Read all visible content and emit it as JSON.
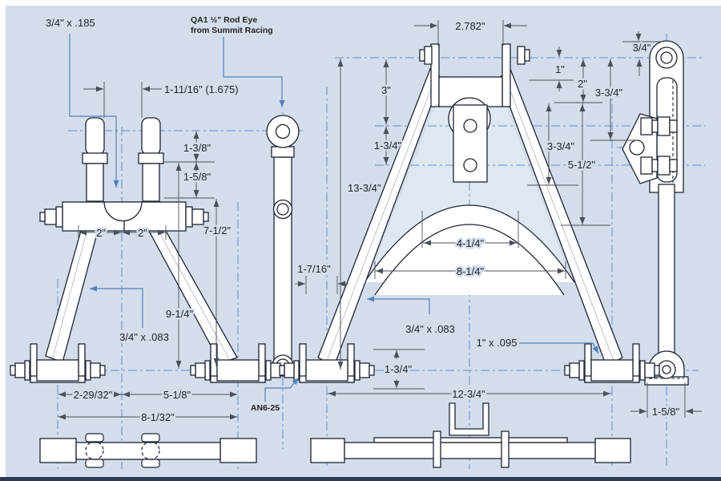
{
  "window": {
    "background": "#d4ddeb",
    "frame_top": "#ffffff",
    "frame_bottom": "#2e3a52"
  },
  "colors": {
    "part_line": "#1d2433",
    "dimension_line": "#4a4f5c",
    "centerline_blue": "#6290c8",
    "leader_blue": "#4f81bd"
  },
  "callouts": {
    "rod_eye_note_line1": "QA1 ½\" Rod Eye",
    "rod_eye_note_line2": "from Summit Racing",
    "left_tube_spec": "3/4\" x .185",
    "left_leg_spec": "3/4\" x .083",
    "right_leg_spec": "3/4\" x .083",
    "right_tube_spec": "1\" x .095",
    "clevis_part_number": "AN6-25"
  },
  "left_view": {
    "bung_spacing": "1-11/16\" (1.675)",
    "bung_height": "1-3/8\"",
    "thread_depth": "1-5/8\"",
    "leg_offset_left": "2\"",
    "leg_offset_right": "2\"",
    "upper_height": "7-1/2\"",
    "lower_height": "9-1/4\"",
    "clevis_offset": "2-29/32\"",
    "clevis_span": "5-1/8\"",
    "overall_width": "8-1/32\""
  },
  "link_view": {
    "leg_width": "1-7/16\""
  },
  "right_view": {
    "mount_width": "2.782\"",
    "upper_height": "3\"",
    "plate_gap": "1-3/4\"",
    "overall_height": "13-3/4\"",
    "arch_width": "4-1/4\"",
    "leg_span": "8-1/4\"",
    "clevis_height": "1-3/4\"",
    "overall_width": "12-3/4\""
  },
  "side_view": {
    "eye_radius": "3/4\"",
    "hole_offset": "1\"",
    "upper_bolt": "2\"",
    "plate_top": "3-3/4\"",
    "plate_span": "3-3/4\"",
    "bracket_height": "5-1/2\"",
    "mount_width": "1-5/8\""
  }
}
